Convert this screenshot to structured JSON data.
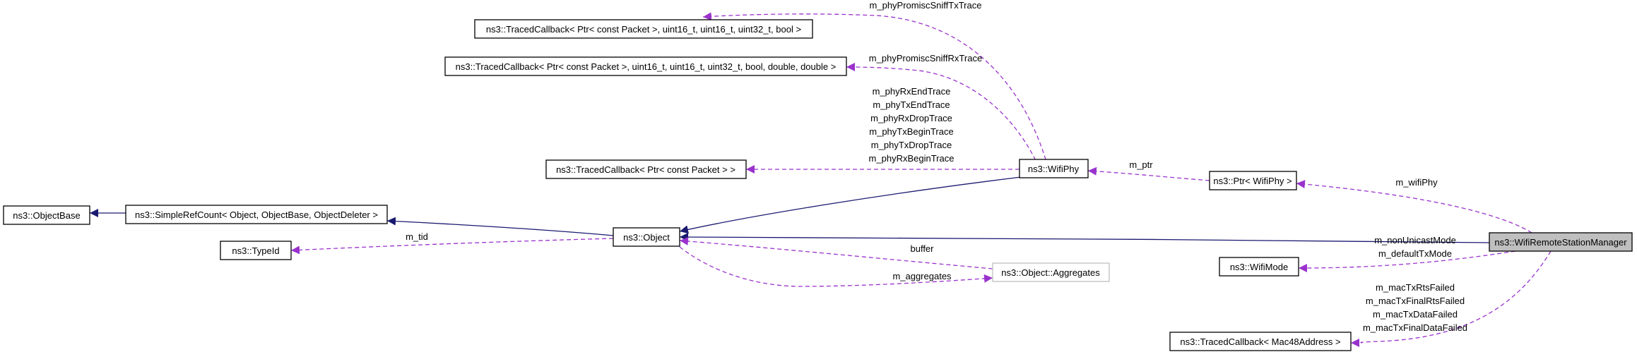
{
  "colors": {
    "inheritance_edge": "#191970",
    "usage_edge": "#9a32cd",
    "focus_node_fill": "#bfbfbf",
    "undocumented_border": "#bfbfbf"
  },
  "nodes": {
    "n_wrsm": "ns3::WifiRemoteStationManager",
    "n_objectbase": "ns3::ObjectBase",
    "n_simplerefcount": "ns3::SimpleRefCount< Object, ObjectBase, ObjectDeleter >",
    "n_object": "ns3::Object",
    "n_typeid": "ns3::TypeId",
    "n_aggregates": "ns3::Object::Aggregates",
    "n_wifiphy": "ns3::WifiPhy",
    "n_tc_promisctx": "ns3::TracedCallback< Ptr< const Packet >, uint16_t, uint16_t, uint32_t, bool >",
    "n_tc_promiscrx": "ns3::TracedCallback< Ptr< const Packet >, uint16_t, uint16_t, uint32_t, bool, double, double >",
    "n_tc_packet": "ns3::TracedCallback< Ptr< const Packet > >",
    "n_ptr_wifiphy": "ns3::Ptr< WifiPhy >",
    "n_wifimode": "ns3::WifiMode",
    "n_tc_mac48": "ns3::TracedCallback< Mac48Address >"
  },
  "edge_labels": {
    "promisc_tx": [
      "m_phyPromiscSniffTxTrace"
    ],
    "promisc_rx": [
      "m_phyPromiscSniffRxTrace"
    ],
    "phy_traces": [
      "m_phyRxEndTrace",
      "m_phyTxEndTrace",
      "m_phyRxDropTrace",
      "m_phyTxBeginTrace",
      "m_phyTxDropTrace",
      "m_phyRxBeginTrace"
    ],
    "ptr": [
      "m_ptr"
    ],
    "wifiphy": [
      "m_wifiPhy"
    ],
    "tid": [
      "m_tid"
    ],
    "buffer": [
      "buffer"
    ],
    "aggregates": [
      "m_aggregates"
    ],
    "modes": [
      "m_nonUnicastMode",
      "m_defaultTxMode"
    ],
    "mac_failed": [
      "m_macTxRtsFailed",
      "m_macTxFinalRtsFailed",
      "m_macTxDataFailed",
      "m_macTxFinalDataFailed"
    ]
  }
}
